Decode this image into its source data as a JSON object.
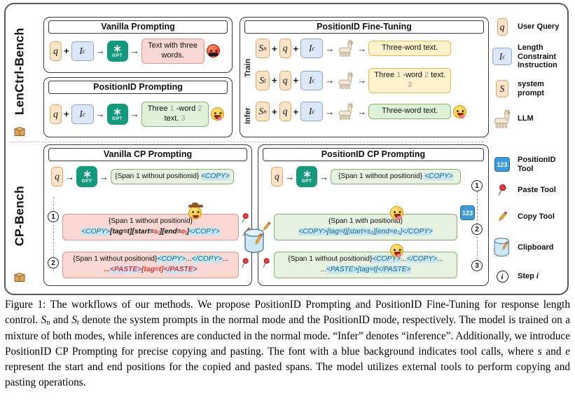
{
  "colors": {
    "pink_box": "#f9d7d3",
    "green_box": "#def0d8",
    "yellow_box": "#fdf2cc",
    "cp_green_box": "#e7f3e0",
    "blue_token": "#dbe7f7",
    "peach_token": "#fce3c8",
    "tool_highlight": "#c9e5f5",
    "gpt_green": "#15997c",
    "positionid_tool_blue": "#3f9bd8",
    "error_red": "#e22f2f",
    "positionid_gray": "#9b9b9b"
  },
  "benches": {
    "top_label": "LenCtrl-Bench",
    "bottom_label": "CP-Bench"
  },
  "glyphs": {
    "q": "q",
    "I": "I",
    "I_sub": "c",
    "S": "S",
    "plus": "+",
    "arrow": "→",
    "gpt_label": "GPT",
    "tool_digits": "123",
    "step_i": "i"
  },
  "panels": {
    "vanilla_prompting": {
      "title": "Vanilla Prompting",
      "output": [
        {
          "t": "Text with three words.",
          "c": "plain"
        }
      ]
    },
    "positionid_prompting": {
      "title": "PositionID Prompting",
      "output": [
        {
          "t": "Three ",
          "c": "plain"
        },
        {
          "t": "1",
          "c": "pos"
        },
        {
          "t": " -word ",
          "c": "plain"
        },
        {
          "t": "2",
          "c": "pos"
        },
        {
          "t": " text. ",
          "c": "plain"
        },
        {
          "t": "3",
          "c": "pos"
        }
      ]
    },
    "finetuning": {
      "title": "PositionID Fine-Tuning",
      "train_label": "Train",
      "infer_label": "Infer",
      "rows": [
        {
          "sys_sub": "n",
          "output": [
            {
              "t": "Three-word text.",
              "c": "plain"
            }
          ]
        },
        {
          "sys_sub": "t",
          "output": [
            {
              "t": "Three ",
              "c": "plain"
            },
            {
              "t": "1",
              "c": "pos"
            },
            {
              "t": " -word ",
              "c": "plain"
            },
            {
              "t": "2",
              "c": "pos"
            },
            {
              "t": " text. ",
              "c": "plain"
            },
            {
              "t": "3",
              "c": "pos"
            }
          ]
        },
        {
          "sys_sub": "n",
          "output": [
            {
              "t": "Three-word text.",
              "c": "plain"
            }
          ]
        }
      ]
    },
    "vanilla_cp": {
      "title": "Vanilla CP Prompting",
      "steps": [
        "1",
        "2"
      ],
      "gen_box": [
        {
          "t": "{Span 1 without positionid} ",
          "c": "plain"
        },
        {
          "t": "<COPY>",
          "c": "tool"
        }
      ],
      "copy_box_line1": [
        {
          "t": "{Span 1 without positionid}",
          "c": "plain"
        }
      ],
      "copy_box_line2": [
        {
          "t": "<COPY>",
          "c": "tool"
        },
        {
          "t": "[tag=t][start=",
          "c": "bi"
        },
        {
          "t": "s",
          "c": "red"
        },
        {
          "t": "t",
          "c": "redsub"
        },
        {
          "t": "][end=",
          "c": "bi"
        },
        {
          "t": "e",
          "c": "red"
        },
        {
          "t": "t",
          "c": "redsub"
        },
        {
          "t": "]",
          "c": "bi"
        },
        {
          "t": "</COPY>",
          "c": "tool"
        }
      ],
      "paste_box_line1": [
        {
          "t": "{Span 1 without positionid}",
          "c": "plain"
        },
        {
          "t": "<COPY>",
          "c": "tool"
        },
        {
          "t": "...",
          "c": "plain"
        },
        {
          "t": "</COPY>",
          "c": "tool"
        },
        {
          "t": "...",
          "c": "plain"
        }
      ],
      "paste_box_line2": [
        {
          "t": "...",
          "c": "red"
        },
        {
          "t": "<PASTE>",
          "c": "redtool"
        },
        {
          "t": "[tag=t]",
          "c": "red"
        },
        {
          "t": "</PASTE>",
          "c": "redtool"
        }
      ]
    },
    "positionid_cp": {
      "title": "PositionID CP Prompting",
      "steps": [
        "1",
        "2",
        "3"
      ],
      "gen_box": [
        {
          "t": "{Span 1 without positionid} ",
          "c": "plain"
        },
        {
          "t": "<COPY>",
          "c": "tool"
        }
      ],
      "copy_box_line1": [
        {
          "t": "{Span 1 with positionid}",
          "c": "plain"
        }
      ],
      "copy_box_line2": [
        {
          "t": "<COPY>[tag=t][start=s",
          "c": "tool"
        },
        {
          "t": "1",
          "c": "toolsub"
        },
        {
          "t": "][end=e",
          "c": "tool"
        },
        {
          "t": "1",
          "c": "toolsub"
        },
        {
          "t": "]</COPY>",
          "c": "tool"
        }
      ],
      "paste_box_line1": [
        {
          "t": "{Span 1 without positionid}",
          "c": "plain"
        },
        {
          "t": "<COPY>",
          "c": "tool"
        },
        {
          "t": "...",
          "c": "plain"
        },
        {
          "t": "</COPY>",
          "c": "tool"
        },
        {
          "t": "...",
          "c": "plain"
        }
      ],
      "paste_box_line2": [
        {
          "t": "...",
          "c": "plain"
        },
        {
          "t": "<PASTE>[tag=t]</PASTE>",
          "c": "tool"
        }
      ]
    }
  },
  "legend": {
    "items": [
      {
        "label": "User Query"
      },
      {
        "label": "Length Constraint Instruction"
      },
      {
        "label": "system prompt"
      },
      {
        "label": "LLM"
      },
      {
        "label": "PositionID Tool"
      },
      {
        "label": "Paste Tool"
      },
      {
        "label": "Copy Tool"
      },
      {
        "label": "Clipboard"
      },
      {
        "segments": [
          {
            "t": "Step ",
            "c": "plain"
          },
          {
            "t": "i",
            "c": "italic"
          }
        ]
      }
    ]
  },
  "caption": {
    "segments": [
      {
        "t": "Figure 1: The workflows of our methods. We propose PositionID Prompting and PositionID Fine-Tuning for response length control. ",
        "c": "plain"
      },
      {
        "t": "S",
        "c": "italic"
      },
      {
        "t": "n",
        "c": "sub"
      },
      {
        "t": " and ",
        "c": "plain"
      },
      {
        "t": "S",
        "c": "italic"
      },
      {
        "t": "t",
        "c": "sub"
      },
      {
        "t": " denote the system prompts in the normal mode and the PositionID mode, respectively. The model is trained on a mixture of both modes, while inferences are conducted in the normal mode. “Infer” denotes “inference”. Additionally, we introduce PositionID CP Prompting for precise copying and pasting. The font with a blue background indicates tool calls, where ",
        "c": "plain"
      },
      {
        "t": "s",
        "c": "italic"
      },
      {
        "t": " and ",
        "c": "plain"
      },
      {
        "t": "e",
        "c": "italic"
      },
      {
        "t": " represent the start and end positions for the copied and pasted spans. The model utilizes external tools to perform copying and pasting operations.",
        "c": "plain"
      }
    ]
  }
}
